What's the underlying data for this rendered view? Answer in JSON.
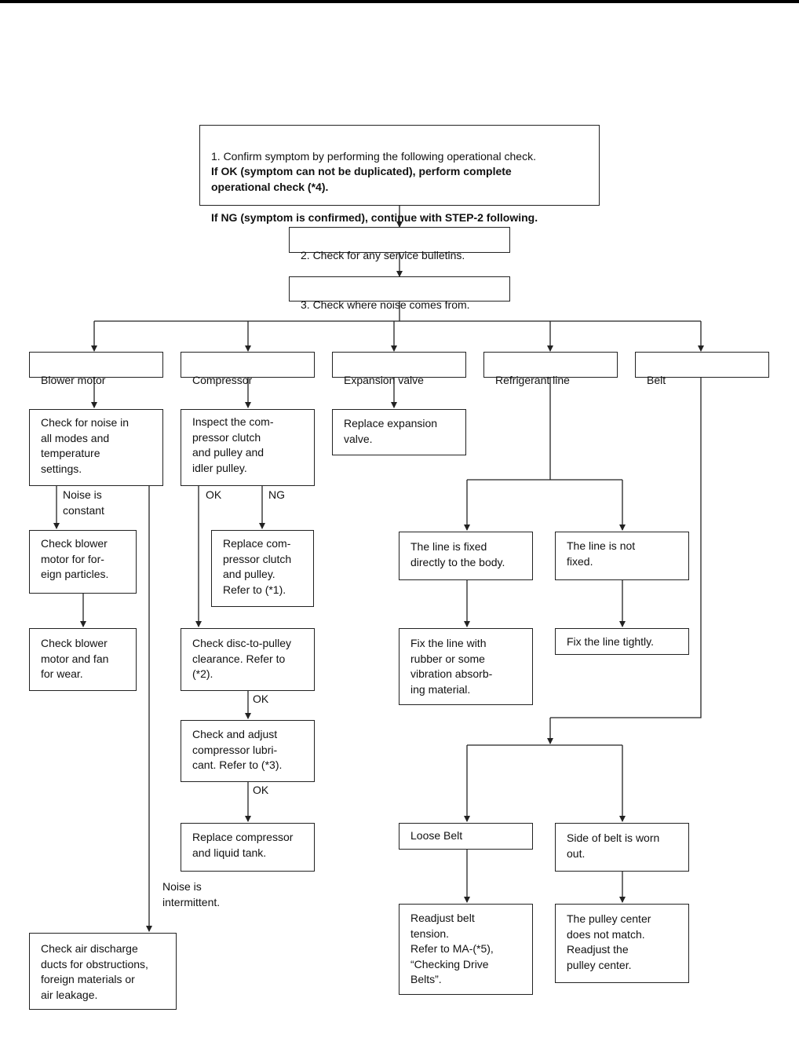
{
  "step1": {
    "text": "1. Confirm symptom by performing the following operational check.",
    "bold_ok": "If OK (symptom can not be duplicated), perform complete\noperational check (*4).",
    "bold_ng": "If NG (symptom is confirmed), continue with STEP-2 following."
  },
  "step2": "2. Check for any service bulletins.",
  "step3": "3. Check where noise comes from.",
  "categories": {
    "blower": "Blower motor",
    "compressor": "Compressor",
    "expansion": "Expansion valve",
    "refrigerant": "Refrigerant line",
    "belt": "Belt"
  },
  "blower": {
    "check_noise": "Check for noise in\nall modes and\ntemperature\nsettings.",
    "noise_constant": "Noise is\nconstant",
    "check_particles": "Check blower\nmotor for for-\neign particles.",
    "check_wear": "Check blower\nmotor and fan\nfor wear.",
    "noise_intermittent": "Noise is\nintermittent.",
    "check_ducts": "Check air discharge\nducts for obstructions,\nforeign materials or\nair leakage."
  },
  "compressor": {
    "inspect": "Inspect the com-\npressor clutch\nand pulley and\nidler pulley.",
    "ok1": "OK",
    "ng": "NG",
    "replace_clutch": "Replace com-\npressor clutch\nand pulley.\nRefer to (*1).",
    "check_disc": "Check disc-to-pulley\nclearance. Refer to\n(*2).",
    "ok2": "OK",
    "check_lubricant": "Check and adjust\ncompressor lubri-\ncant. Refer to (*3).",
    "ok3": "OK",
    "replace_compressor": "Replace compressor\nand liquid tank."
  },
  "expansion": {
    "replace": "Replace expansion\nvalve."
  },
  "refrigerant": {
    "fixed": "The line is fixed\ndirectly to the body.",
    "not_fixed": "The line is not\nfixed.",
    "fix_rubber": "Fix the line with\nrubber or some\nvibration absorb-\ning material.",
    "fix_tight": "Fix the line tightly."
  },
  "belt": {
    "loose": "Loose Belt",
    "worn": "Side of belt is worn\nout.",
    "readjust_tension": "Readjust belt\ntension.\nRefer to MA-(*5),\n“Checking Drive\nBelts”.",
    "pulley_center": "The pulley center\ndoes not match.\nReadjust the\npulley center."
  }
}
